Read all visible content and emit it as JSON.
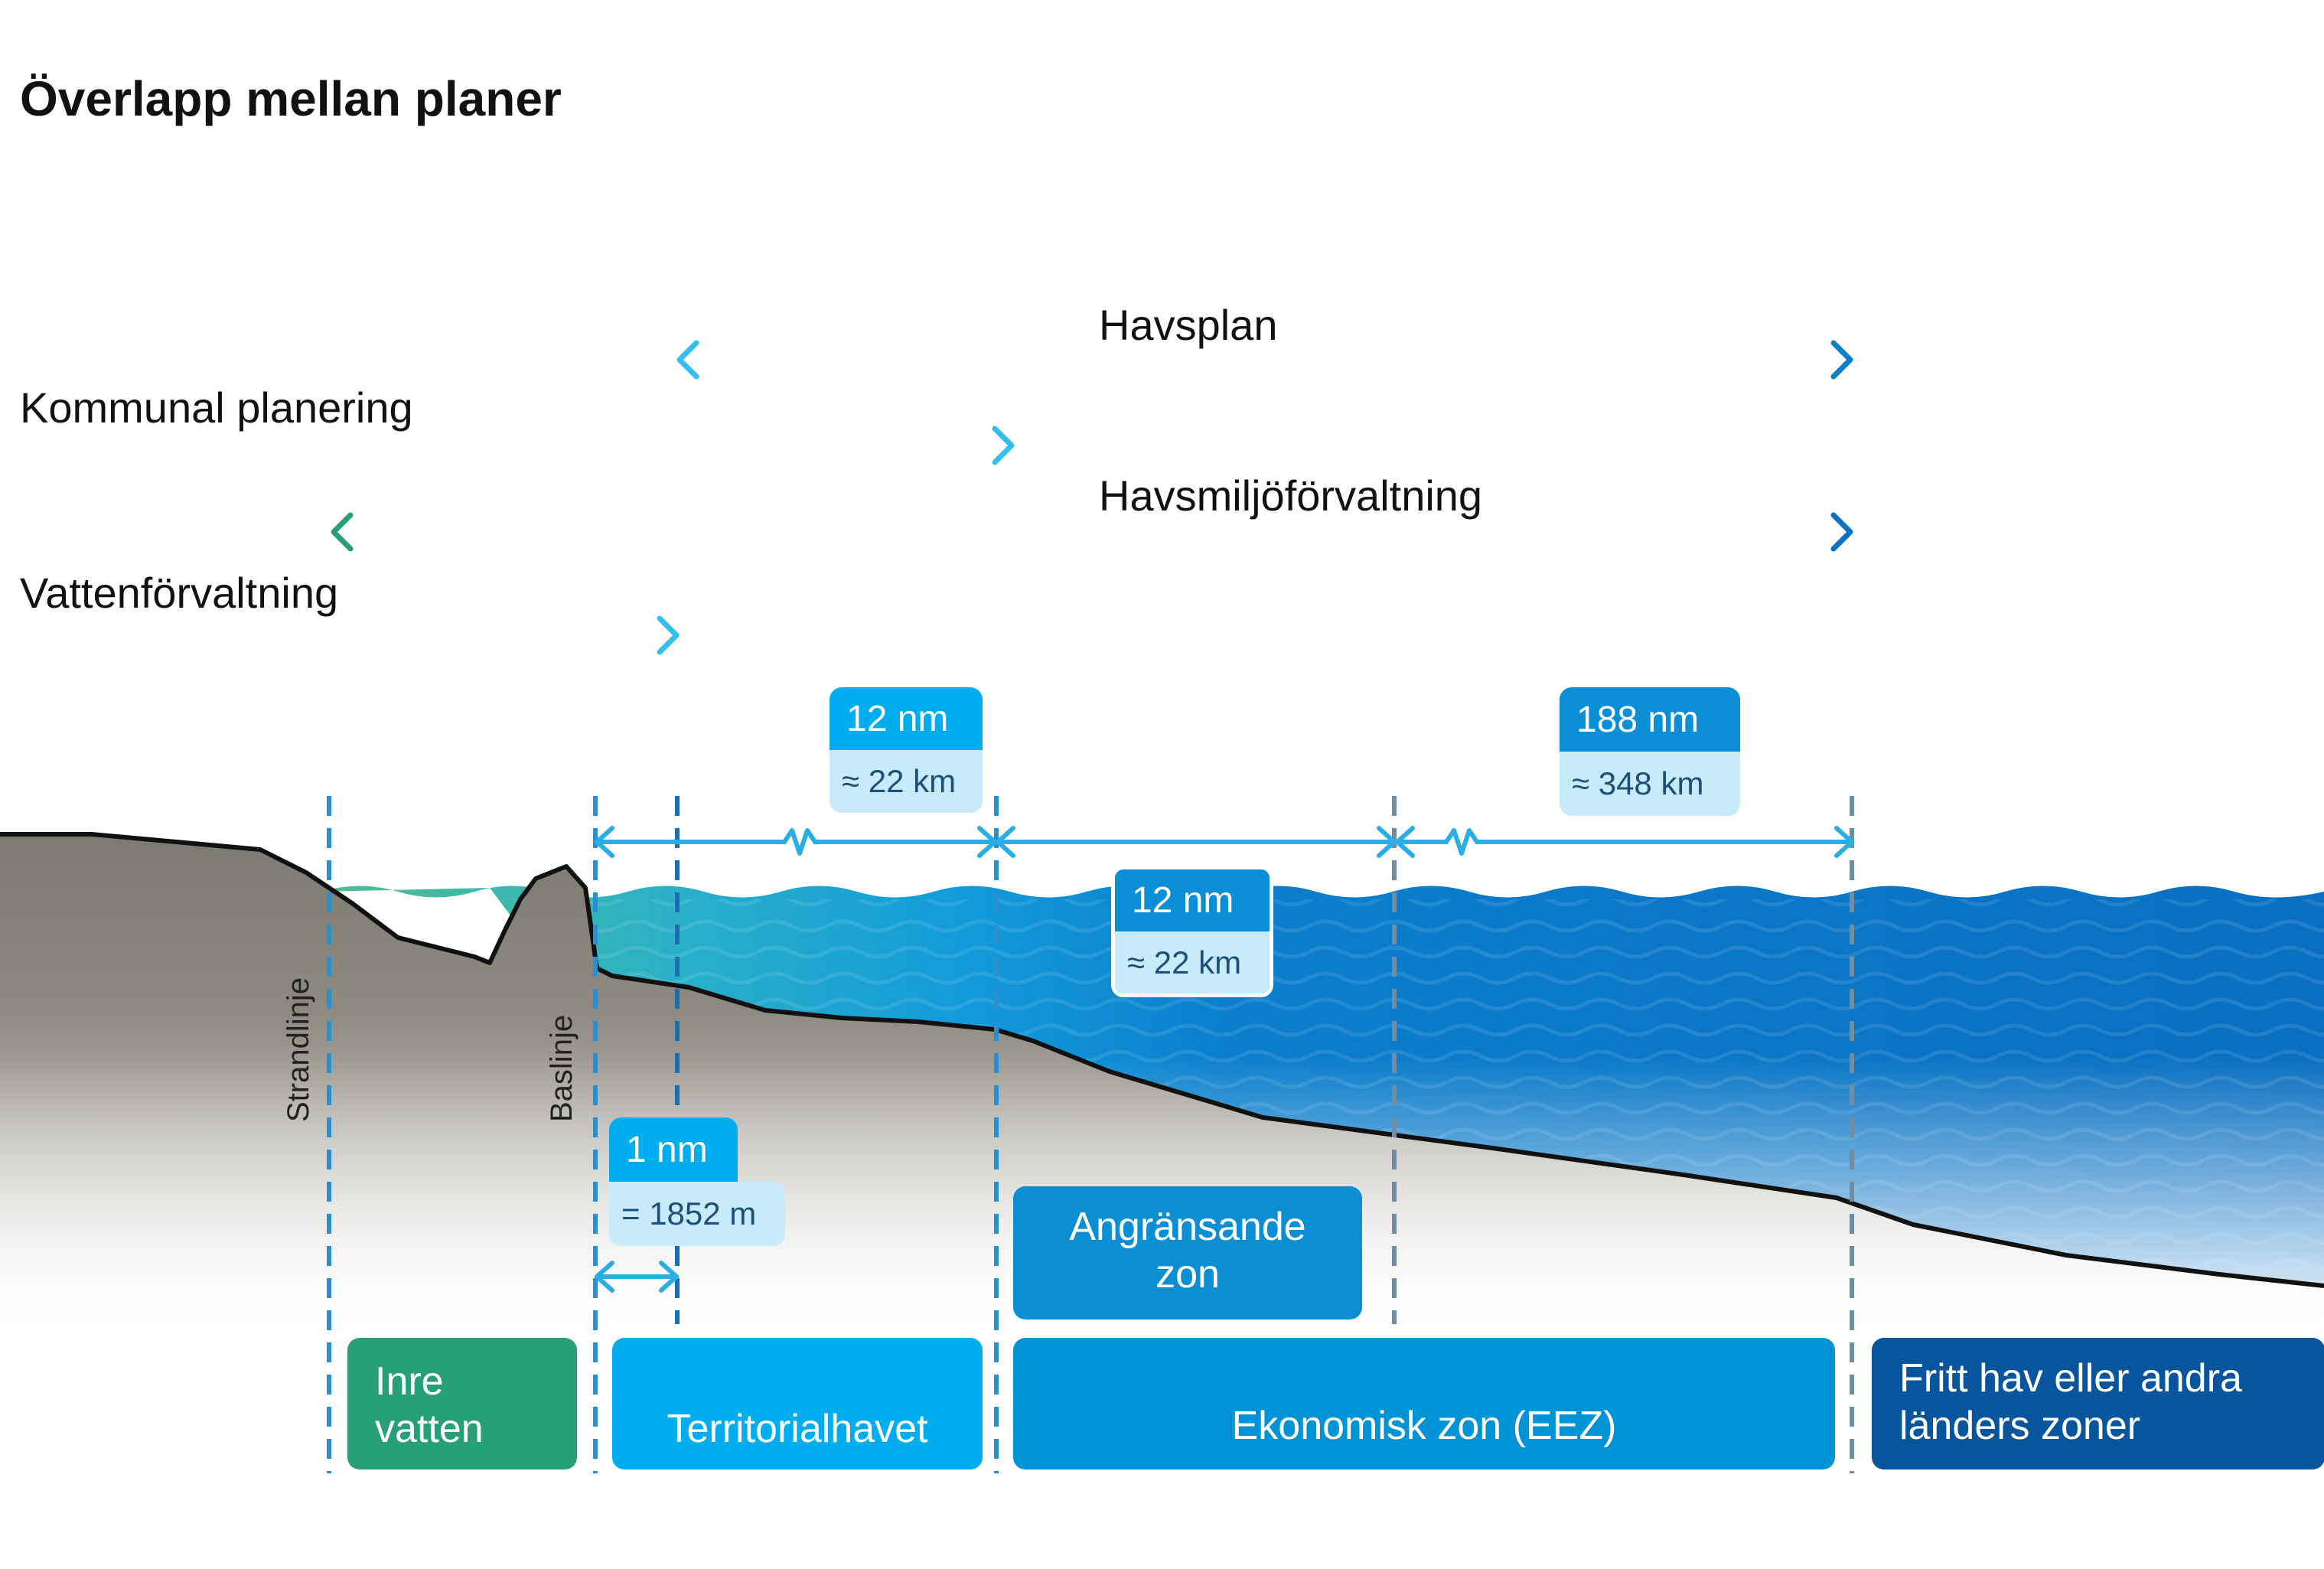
{
  "title": "Överlapp mellan planer",
  "plans": {
    "havsplan": "Havsplan",
    "kommunal": "Kommunal planering",
    "havsmiljo": "Havsmiljöförvaltning",
    "vatten": "Vattenförvaltning"
  },
  "lines": {
    "strandlinje": "Strandlinje",
    "baslinje": "Baslinje"
  },
  "badges": {
    "territorial": {
      "nm": "12 nm",
      "km": "≈ 22 km"
    },
    "contiguous": {
      "nm": "12 nm",
      "km": "≈ 22 km"
    },
    "eez": {
      "nm": "188 nm",
      "km": "≈ 348 km"
    },
    "one_nm": {
      "nm": "1 nm",
      "m": "= 1852 m"
    }
  },
  "zones": {
    "inre": "Inre vatten",
    "territorial": "Territorialhavet",
    "eez": "Ekonomisk zon (EEZ)",
    "fritt": "Fritt hav eller andra länders zoner",
    "angransande": "Angränsande zon"
  },
  "colors": {
    "green": "#27a07a",
    "light_blue": "#00aeef",
    "mid_blue": "#0091d5",
    "dark_blue": "#005a9e",
    "sea_blue": "#0a75c2"
  }
}
